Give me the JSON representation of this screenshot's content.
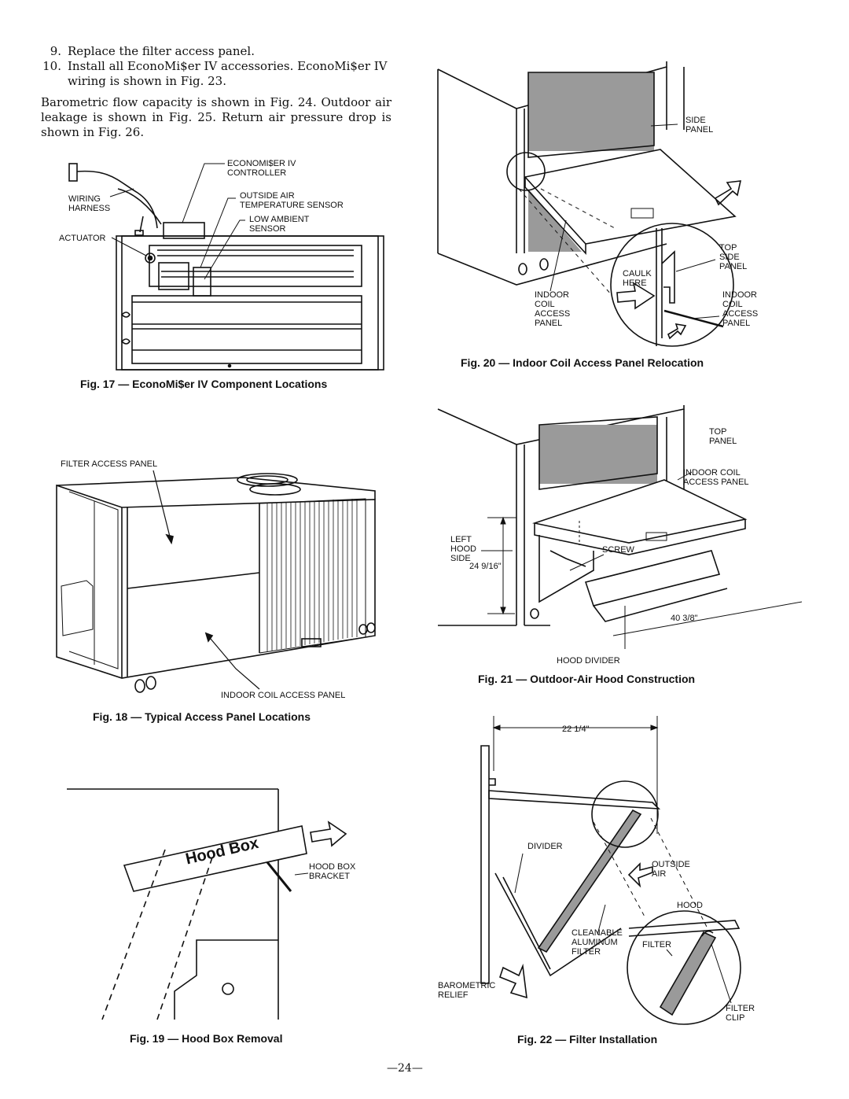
{
  "text": {
    "items": [
      {
        "num": "9.",
        "text": "Replace the filter access panel."
      },
      {
        "num": "10.",
        "text": "Install all EconoMi$er IV accessories. EconoMi$er IV wiring is shown in Fig. 23."
      }
    ],
    "paragraph": "Barometric flow capacity is shown in Fig. 24. Outdoor air leakage is shown in Fig. 25. Return air pressure drop is shown in Fig. 26."
  },
  "fig17": {
    "caption": "Fig. 17 — EconoMi$er IV Component Locations",
    "labels": {
      "controller": "ECONOMI$ER IV\nCONTROLLER",
      "wiring": "WIRING\nHARNESS",
      "outside_air": "OUTSIDE AIR\nTEMPERATURE SENSOR",
      "low_ambient": "LOW AMBIENT\nSENSOR",
      "actuator": "ACTUATOR"
    }
  },
  "fig18": {
    "caption": "Fig. 18 — Typical Access Panel Locations",
    "labels": {
      "filter_panel": "FILTER ACCESS PANEL",
      "indoor_coil_panel": "INDOOR COIL ACCESS PANEL"
    }
  },
  "fig19": {
    "caption": "Fig. 19 — Hood Box Removal",
    "labels": {
      "hood_box": "Hood Box",
      "bracket": "HOOD BOX\nBRACKET"
    }
  },
  "fig20": {
    "caption": "Fig. 20 — Indoor Coil Access Panel Relocation",
    "labels": {
      "side_panel": "SIDE\nPANEL",
      "top_side_panel": "TOP\nSIDE\nPANEL",
      "caulk_here": "CAULK\nHERE",
      "indoor_coil_left": "INDOOR\nCOIL\nACCESS\nPANEL",
      "indoor_coil_right": "INDOOR\nCOIL\nACCESS\nPANEL"
    }
  },
  "fig21": {
    "caption": "Fig. 21 — Outdoor-Air Hood Construction",
    "labels": {
      "top_panel": "TOP\nPANEL",
      "indoor_coil_panel": "INDOOR COIL\nACCESS PANEL",
      "left_hood_side": "LEFT\nHOOD\nSIDE",
      "screw": "SCREW",
      "dim_height": "24 9/16\"",
      "dim_width": "40 3/8\"",
      "hood_divider": "HOOD DIVIDER"
    }
  },
  "fig22": {
    "caption": "Fig. 22 — Filter Installation",
    "labels": {
      "dim": "22 1/4\"",
      "divider": "DIVIDER",
      "outside_air": "OUTSIDE\nAIR",
      "hood": "HOOD",
      "cleanable": "CLEANABLE\nALUMINUM\nFILTER",
      "filter": "FILTER",
      "barometric": "BAROMETRIC\nRELIEF",
      "filter_clip": "FILTER\nCLIP"
    }
  },
  "page_number": "—24—"
}
